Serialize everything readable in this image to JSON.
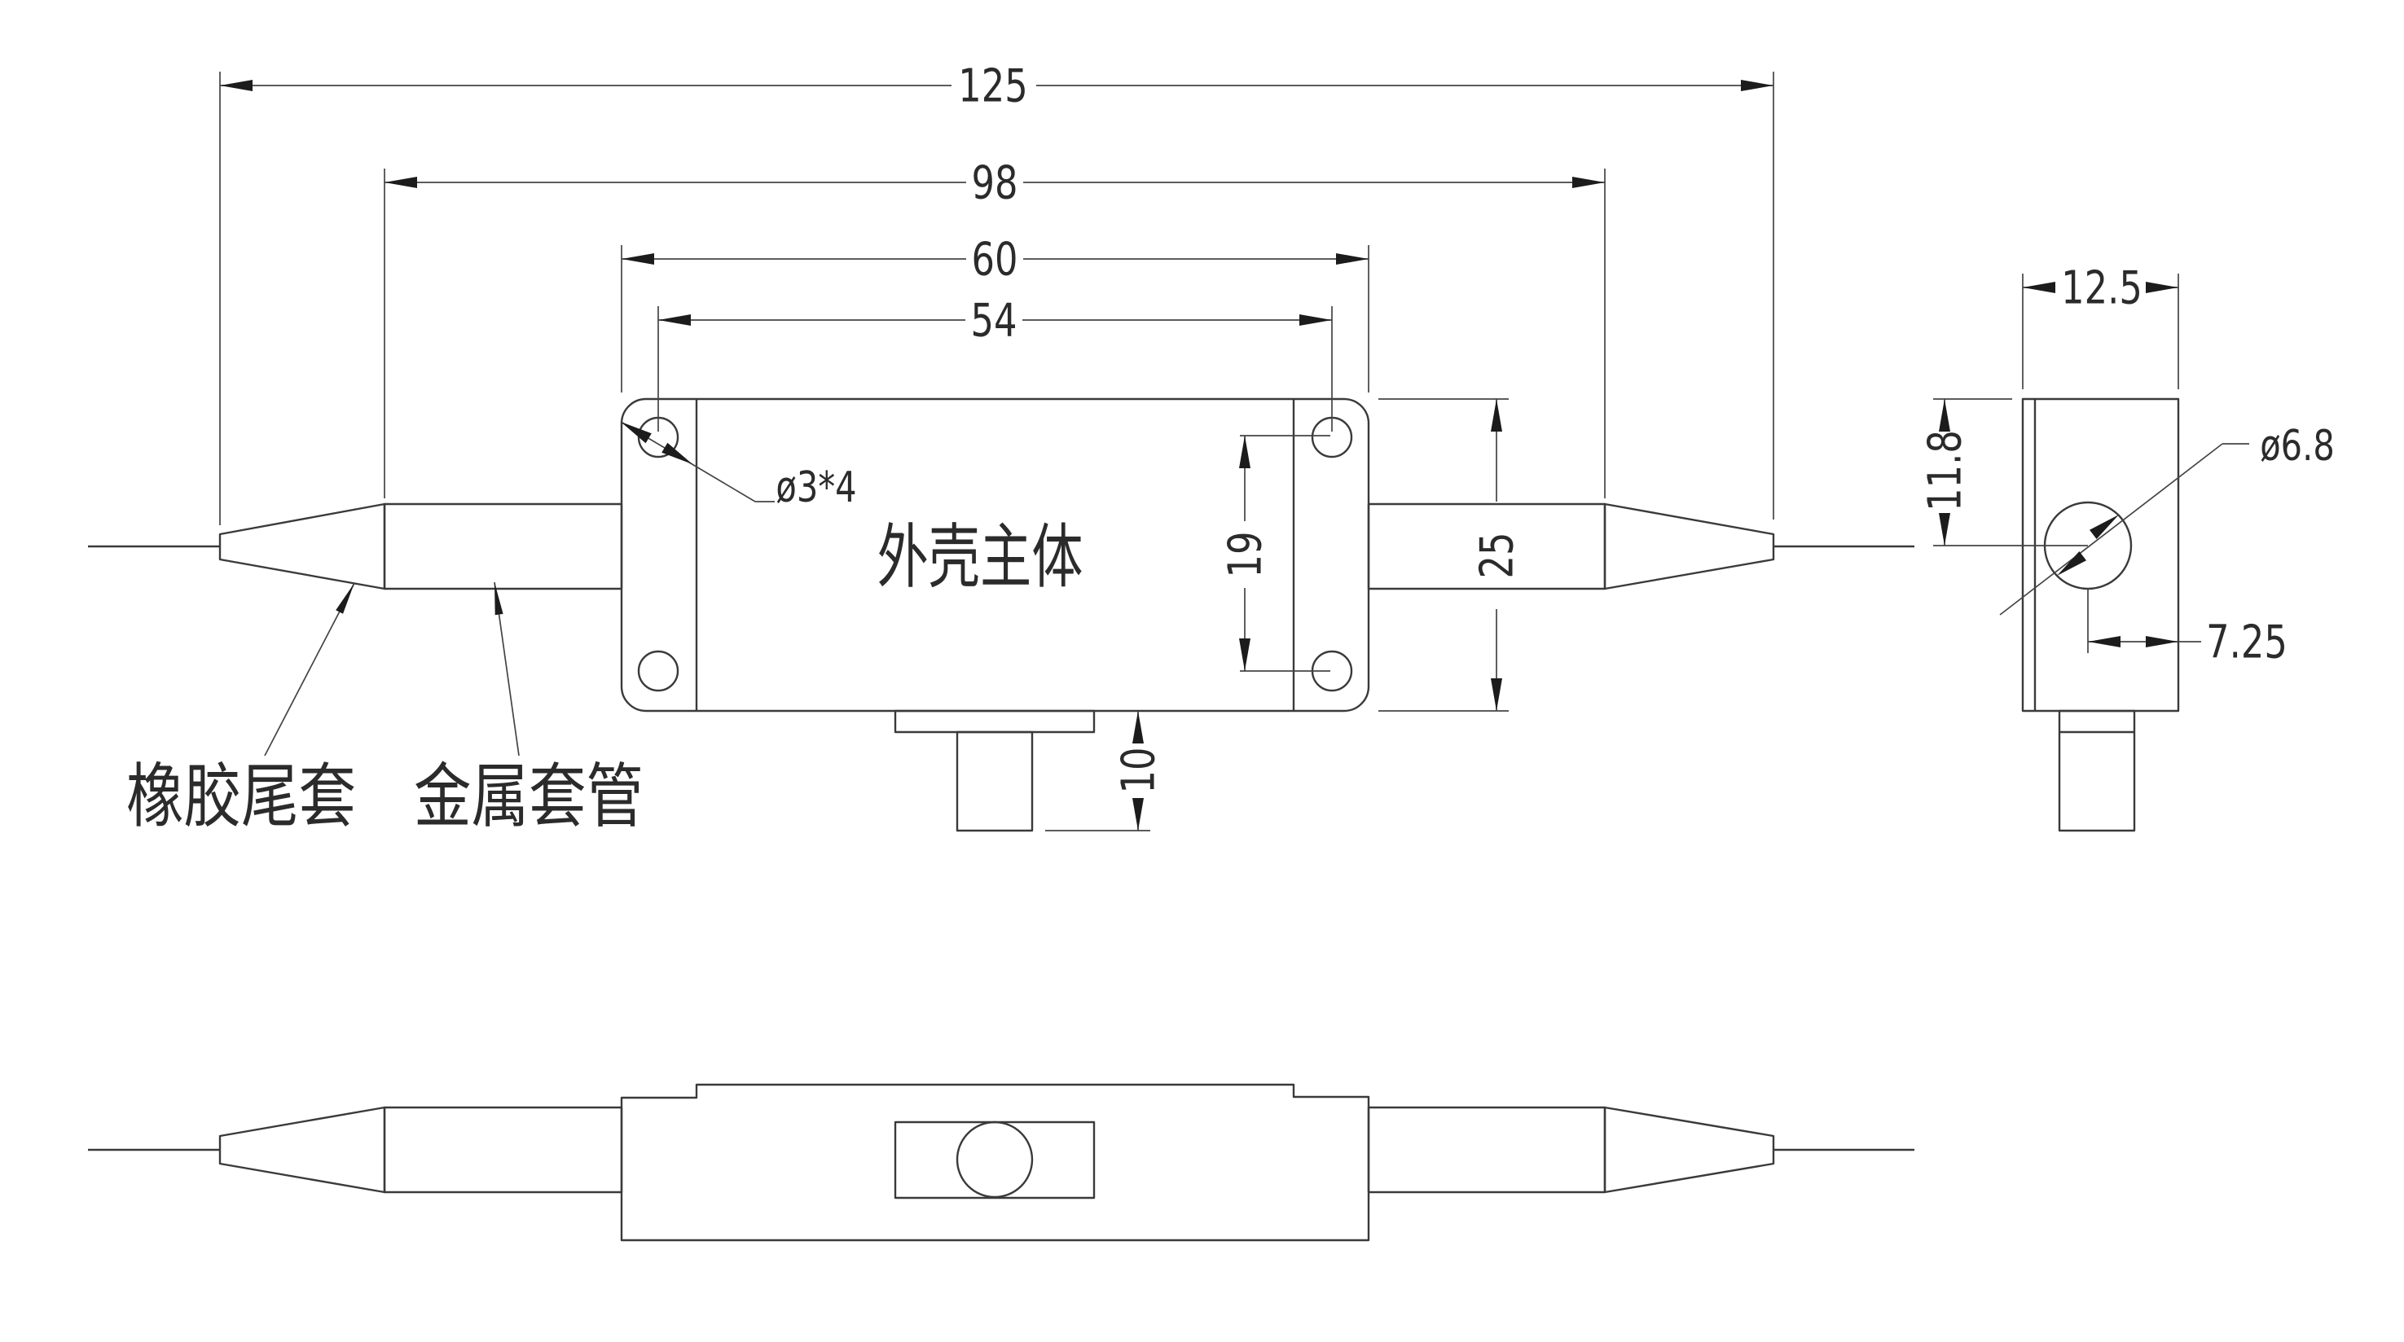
{
  "drawing": {
    "labels": {
      "housing_body": "外壳主体",
      "rubber_boot": "橡胶尾套",
      "metal_sleeve": "金属套管"
    },
    "dims": {
      "overall_length": "125",
      "sleeve_to_sleeve": "98",
      "body_length": "60",
      "hole_pitch_horizontal": "54",
      "hole_pitch_vertical": "19",
      "body_width": "25",
      "connector_height": "10",
      "mounting_holes": "ø3*4",
      "side_view_width": "12.5",
      "port_offset_from_top": "11.8",
      "port_diameter": "ø6.8",
      "port_offset_from_right": "7.25"
    },
    "colors": {
      "background": "#ffffff",
      "line": "#3a3a3a",
      "text": "#2b2b2b"
    }
  }
}
